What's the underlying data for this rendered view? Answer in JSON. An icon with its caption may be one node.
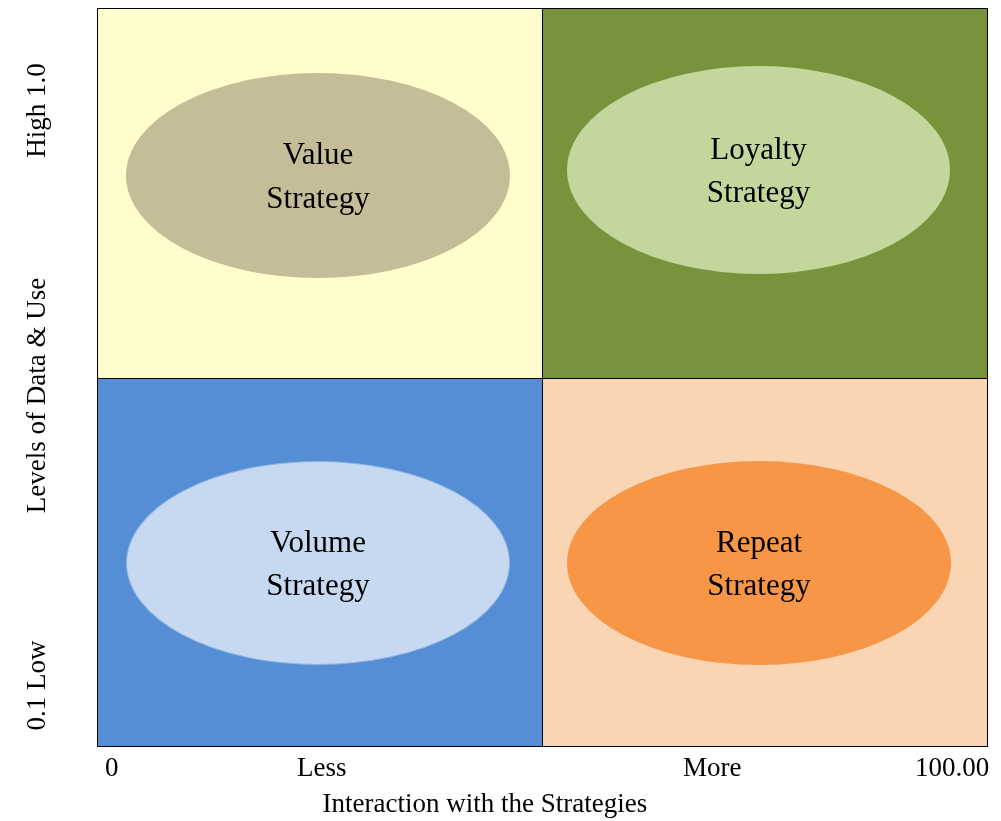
{
  "diagram": {
    "nodes": [
      {
        "text": [],
        "shape": "box"
      },
      {
        "text": [
          "Value Strategy"
        ],
        "in": 0
      },
      {
        "text": [],
        "shape": "box"
      },
      {
        "text": [
          "Loyalty Strategy"
        ],
        "in": 2
      },
      {
        "text": [],
        "shape": "box"
      },
      {
        "text": [
          "Volume Strategy"
        ],
        "in": 4
      },
      {
        "text": [],
        "shape": "box"
      },
      {
        "text": [
          "Repeat Strategy"
        ],
        "in": 6
      }
    ],
    "labels": [
      "High 1.0",
      "Levels of Data & Use",
      "0.1 Low",
      "0",
      "Less",
      "More",
      "100.00",
      "Interaction with the Strategies"
    ]
  }
}
